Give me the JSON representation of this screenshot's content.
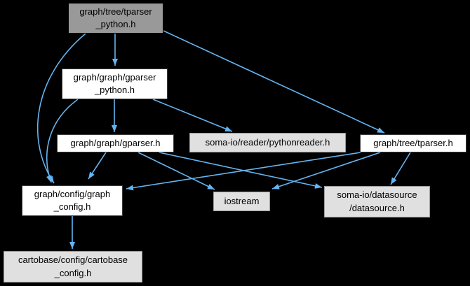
{
  "diagram": {
    "kind": "include-dependency-graph",
    "colors": {
      "background": "#000000",
      "edge": "#63b4f1",
      "current_node_fill": "#999999",
      "internal_node_fill": "#ffffff",
      "external_node_fill": "#e0e0e0",
      "internal_node_border": "#3d3d3d",
      "external_node_border": "#9a9a9a",
      "text": "#000000"
    },
    "nodes": {
      "tparser_python": {
        "label": "graph/tree/tparser\n_python.h"
      },
      "gparser_python": {
        "label": "graph/graph/gparser\n_python.h"
      },
      "gparser": {
        "label": "graph/graph/gparser.h"
      },
      "pythonreader": {
        "label": "soma-io/reader/pythonreader.h"
      },
      "tparser": {
        "label": "graph/tree/tparser.h"
      },
      "graph_config": {
        "label": "graph/config/graph\n_config.h"
      },
      "iostream": {
        "label": "iostream"
      },
      "datasource": {
        "label": "soma-io/datasource\n/datasource.h"
      },
      "cartobase_config": {
        "label": "cartobase/config/cartobase\n_config.h"
      }
    },
    "edges": [
      {
        "from": "graph/tree/tparser_python.h",
        "to": "graph/graph/gparser_python.h"
      },
      {
        "from": "graph/tree/tparser_python.h",
        "to": "graph/config/graph_config.h"
      },
      {
        "from": "graph/tree/tparser_python.h",
        "to": "graph/tree/tparser.h"
      },
      {
        "from": "graph/graph/gparser_python.h",
        "to": "graph/graph/gparser.h"
      },
      {
        "from": "graph/graph/gparser_python.h",
        "to": "soma-io/reader/pythonreader.h"
      },
      {
        "from": "graph/graph/gparser_python.h",
        "to": "graph/config/graph_config.h"
      },
      {
        "from": "graph/graph/gparser.h",
        "to": "graph/config/graph_config.h"
      },
      {
        "from": "graph/graph/gparser.h",
        "to": "iostream"
      },
      {
        "from": "graph/graph/gparser.h",
        "to": "soma-io/datasource/datasource.h"
      },
      {
        "from": "graph/tree/tparser.h",
        "to": "graph/config/graph_config.h"
      },
      {
        "from": "graph/tree/tparser.h",
        "to": "iostream"
      },
      {
        "from": "graph/tree/tparser.h",
        "to": "soma-io/datasource/datasource.h"
      },
      {
        "from": "graph/config/graph_config.h",
        "to": "cartobase/config/cartobase_config.h"
      }
    ]
  }
}
